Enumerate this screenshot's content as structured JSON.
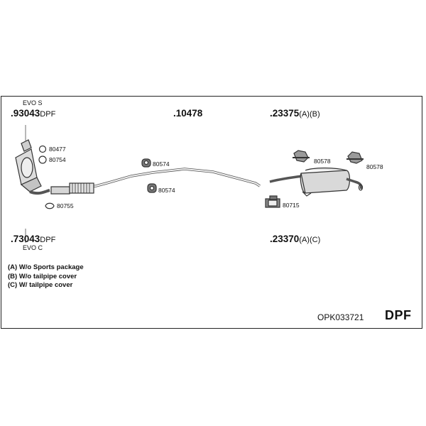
{
  "labels": {
    "evo_s": "EVO S",
    "evo_c": "EVO C",
    "p93043": {
      "num": ".93043",
      "sfx": "DPF"
    },
    "p10478": {
      "num": ".10478",
      "sfx": ""
    },
    "p23375": {
      "num": ".23375",
      "sfx": "(A)(B)"
    },
    "p73043": {
      "num": ".73043",
      "sfx": "DPF"
    },
    "p23370": {
      "num": ".23370",
      "sfx": "(A)(C)"
    }
  },
  "refs": {
    "r80477": "80477",
    "r80754": "80754",
    "r80574a": "80574",
    "r80574b": "80574",
    "r80578a": "80578",
    "r80578b": "80578",
    "r80755": "80755",
    "r80715": "80715"
  },
  "legend": [
    "(A) W/o Sports package",
    "(B) W/o tailpipe cover",
    "(C) W/ tailpipe cover"
  ],
  "kit_code": "OPK033721",
  "kit_type": "DPF"
}
